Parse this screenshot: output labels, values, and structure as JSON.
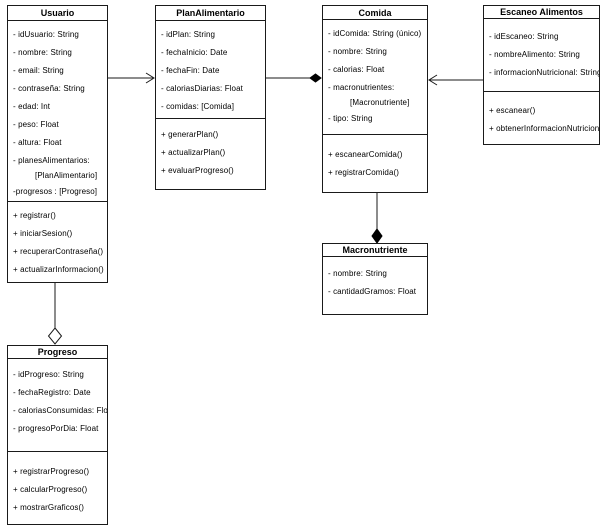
{
  "diagram": {
    "classes": {
      "usuario": {
        "name": "Usuario",
        "attributes": [
          "- idUsuario: String",
          "- nombre: String",
          "- email: String",
          "- contraseña: String",
          "- edad: Int",
          "- peso: Float",
          "- altura: Float",
          "- planesAlimentarios:",
          "[PlanAlimentario]",
          "-progresos : [Progreso]"
        ],
        "methods": [
          "+ registrar()",
          "+ iniciarSesion()",
          "+ recuperarContraseña()",
          "+ actualizarInformacion()"
        ]
      },
      "planAlimentario": {
        "name": "PlanAlimentario",
        "attributes": [
          "- idPlan: String",
          "- fechaInicio: Date",
          "- fechaFin: Date",
          "- caloriasDiarias: Float",
          "- comidas: [Comida]"
        ],
        "methods": [
          "+ generarPlan()",
          "+ actualizarPlan()",
          "+ evaluarProgreso()"
        ]
      },
      "comida": {
        "name": "Comida",
        "attributes": [
          "- idComida: String (único)",
          "- nombre: String",
          "- calorias: Float",
          "- macronutrientes:",
          "[Macronutriente]",
          "- tipo: String"
        ],
        "methods": [
          "+ escanearComida()",
          "+ registrarComida()"
        ]
      },
      "escaneoAlimentos": {
        "name": "Escaneo Alimentos",
        "attributes": [
          "- idEscaneo: String",
          "- nombreAlimento: String",
          "- informacionNutricional: String"
        ],
        "methods": [
          "+ escanear()",
          "+ obtenerInformacionNutricional"
        ]
      },
      "macronutriente": {
        "name": "Macronutriente",
        "attributes": [
          "- nombre: String",
          "- cantidadGramos: Float"
        ]
      },
      "progreso": {
        "name": "Progreso",
        "attributes": [
          "- idProgreso: String",
          "- fechaRegistro: Date",
          "- caloriasConsumidas: Float",
          "- progresoPorDia: Float"
        ],
        "methods": [
          "+ registrarProgreso()",
          "+ calcularProgreso()",
          "+ mostrarGraficos()"
        ]
      }
    },
    "relationships": [
      {
        "from": "Usuario",
        "to": "PlanAlimentario",
        "type": "directed-association",
        "marker": "open-arrow-at-planalimentario"
      },
      {
        "from": "PlanAlimentario",
        "to": "Comida",
        "type": "composition",
        "marker": "filled-diamond-at-comida"
      },
      {
        "from": "Escaneo Alimentos",
        "to": "Comida",
        "type": "directed-association",
        "marker": "open-arrow-at-comida"
      },
      {
        "from": "Comida",
        "to": "Macronutriente",
        "type": "composition",
        "marker": "filled-diamond-at-macronutriente"
      },
      {
        "from": "Usuario",
        "to": "Progreso",
        "type": "aggregation",
        "marker": "hollow-diamond-at-progreso"
      }
    ],
    "colors": {
      "background": "#ffffff",
      "box_fill": "#ffffff",
      "border": "#1a1a1a",
      "text": "#000000"
    }
  }
}
